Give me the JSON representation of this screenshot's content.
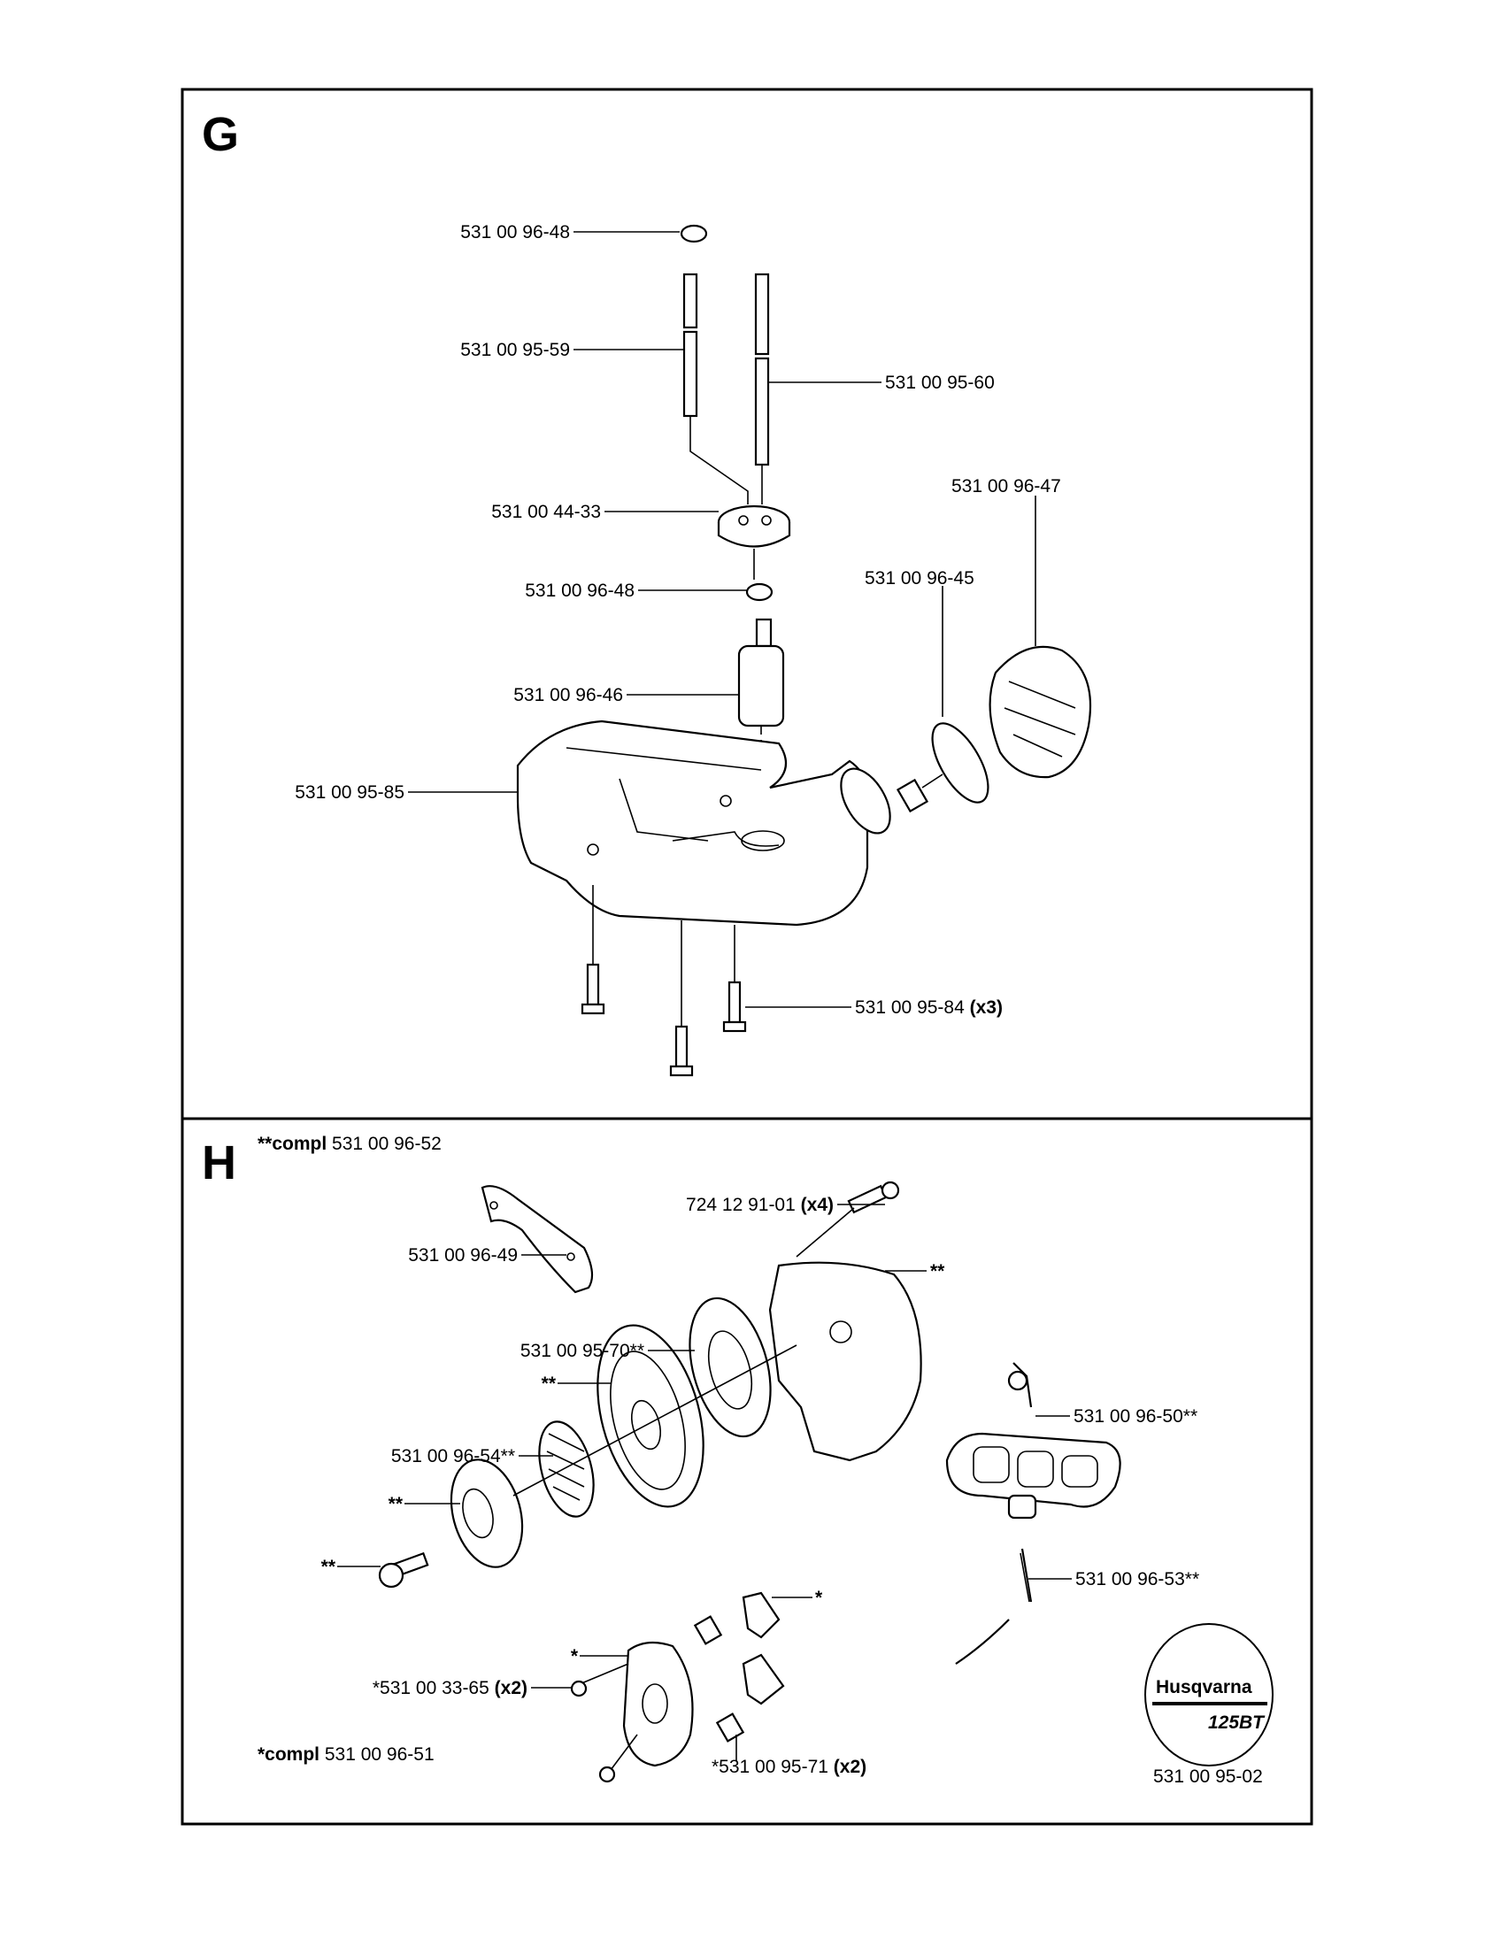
{
  "sections": {
    "g": {
      "letter": "G",
      "labels": {
        "seal_top": "531 00 96-48",
        "hose_left": "531 00 95-59",
        "hose_right": "531 00 95-60",
        "tank_cap": "531 00 96-47",
        "grommet": "531 00 44-33",
        "cap_gasket": "531 00 96-45",
        "seal_mid": "531 00 96-48",
        "fuel_filter": "531 00 96-46",
        "fuel_tank": "531 00 95-85",
        "screw_num": "531 00 95-84",
        "screw_qty": "(x3)"
      }
    },
    "h": {
      "letter": "H",
      "compl_top_prefix": "**compl",
      "compl_top_num": "531 00 96-52",
      "compl_bottom_prefix": "*compl",
      "compl_bottom_num": "531 00 96-51",
      "labels": {
        "bolt_num": "724 12 91-01",
        "bolt_qty": "(x4)",
        "bracket": "531 00 96-49",
        "housing": "**",
        "recoil_spring": "531 00 95-70**",
        "pulley": "**",
        "spring": "531 00 96-54**",
        "hub": "**",
        "center_screw": "**",
        "pawl": "*",
        "handle": "531 00 96-50**",
        "rope": "531 00 96-53**",
        "pawl_carrier": "*",
        "circlip_num": "*531 00 33-65",
        "circlip_qty": "(x2)",
        "pawl_spring_num": "*531 00 95-71",
        "pawl_spring_qty": "(x2)"
      }
    }
  },
  "logo": {
    "brand": "Husqvarna",
    "model": "125BT"
  },
  "page_code": "531 00 95-02"
}
